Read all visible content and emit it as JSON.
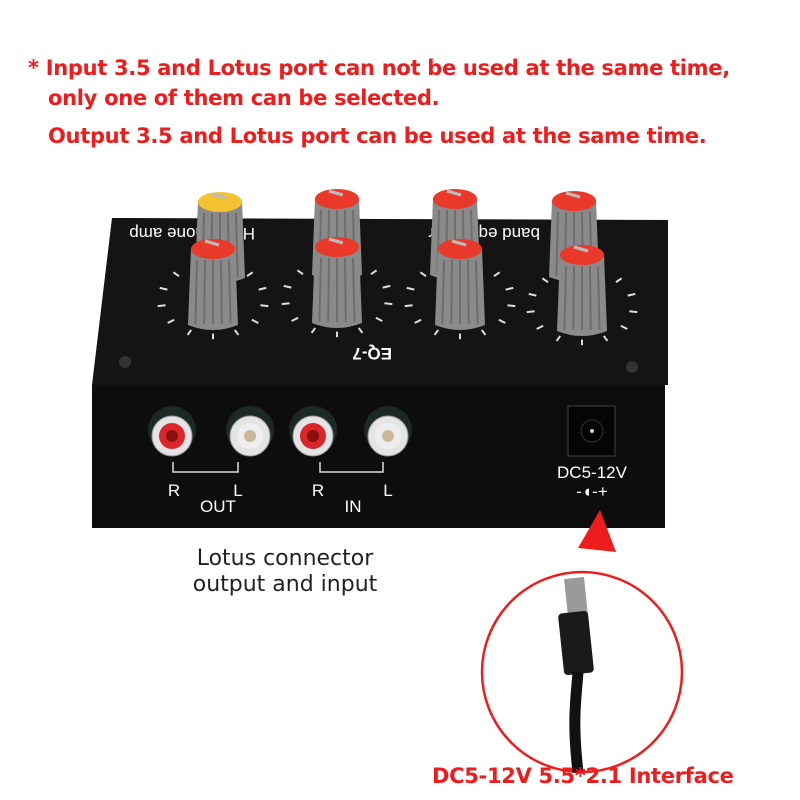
{
  "notes": {
    "line1": "* Input 3.5 and Lotus port can not be used at the same time,",
    "line2": "only one of them can be selected.",
    "line3": "Output 3.5 and Lotus port can be used at the same time."
  },
  "device": {
    "model": "EQ-7",
    "panel_text_left": "Headphone amp",
    "panel_text_right": "band equalizer",
    "out_label": "OUT",
    "in_label": "IN",
    "r_label": "R",
    "l_label": "L",
    "power_label": "DC5-12V",
    "polarity_label": "-◖-+"
  },
  "captions": {
    "lotus_line1": "Lotus connector",
    "lotus_line2": "output and input",
    "dc_interface": "DC5-12V 5.5*2.1 Interface"
  },
  "colors": {
    "accent": "#ee1c1c",
    "knob_cap": "#e8392b",
    "knob_cap_alt": "#f2c230",
    "body": "#111111"
  }
}
